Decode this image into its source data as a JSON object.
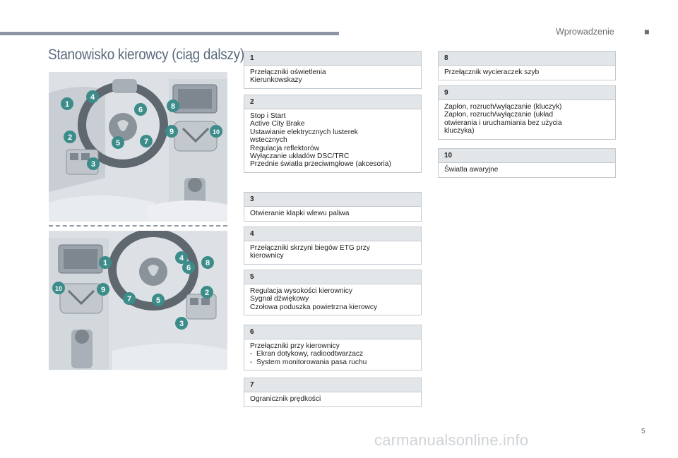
{
  "header": {
    "section": "Wprowadzenie",
    "mark": "■"
  },
  "title": "Stanowisko kierowcy (ciąg dalszy)",
  "callouts": [
    {
      "num": "1",
      "lines": [
        "Przełączniki oświetlenia",
        "Kierunkowskazy"
      ]
    },
    {
      "num": "2",
      "lines": [
        "Stop i Start",
        "Active City Brake",
        "Ustawianie elektrycznych lusterek",
        "wstecznych",
        "Regulacja reflektorów",
        "Wyłączanie układów DSC/TRC",
        "Przednie światła przeciwmgłowe (akcesoria)"
      ]
    },
    {
      "num": "3",
      "lines": [
        "Otwieranie klapki wlewu paliwa"
      ]
    },
    {
      "num": "4",
      "lines": [
        "Przełączniki skrzyni biegów ETG przy",
        "kierownicy"
      ]
    },
    {
      "num": "5",
      "lines": [
        "Regulacja wysokości kierownicy",
        "Sygnał dźwiękowy",
        "Czołowa poduszka powietrzna kierowcy"
      ]
    },
    {
      "num": "6",
      "lines": [
        "Przełączniki przy kierownicy",
        "-  Ekran dotykowy, radioodtwarzacz",
        "-  System monitorowania pasa ruchu"
      ]
    },
    {
      "num": "7",
      "lines": [
        "Ogranicznik prędkości"
      ]
    },
    {
      "num": "8",
      "lines": [
        "Przełącznik wycieraczek szyb"
      ]
    },
    {
      "num": "9",
      "lines": [
        "Zapłon, rozruch/wyłączanie (kluczyk)",
        "Zapłon, rozruch/wyłączanie (układ",
        "otwierania i uruchamiania bez użycia",
        "kluczyka)"
      ]
    },
    {
      "num": "10",
      "lines": [
        "Światła awaryjne"
      ]
    }
  ],
  "markers_top": [
    "1",
    "4",
    "6",
    "8",
    "2",
    "9",
    "10",
    "5",
    "7",
    "3"
  ],
  "markers_bottom": [
    "4",
    "1",
    "6",
    "8",
    "10",
    "9",
    "7",
    "5",
    "2",
    "3"
  ],
  "page_number": "5",
  "watermark": "carmanualsonline.info",
  "colors": {
    "marker": "#3c8c8a",
    "accent_bar": "#8b97a5",
    "title": "#5a6b7e"
  }
}
